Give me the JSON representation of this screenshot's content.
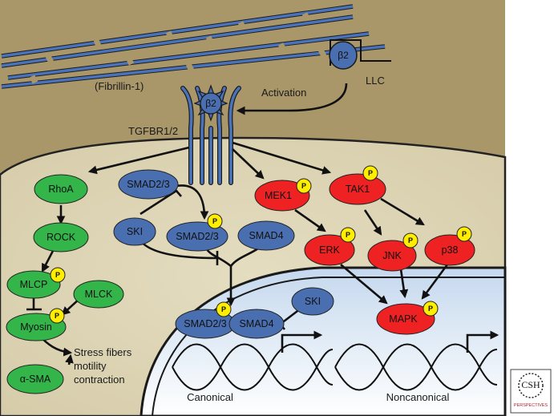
{
  "labels": {
    "fibrillin": "(Fibrillin-1)",
    "activation": "Activation",
    "llc": "LLC",
    "receptor": "TGFBR1/2",
    "beta2": "β2",
    "stress_fibers_line1": "Stress fibers",
    "stress_fibers_line2": "motility",
    "stress_fibers_line3": "contraction",
    "canonical": "Canonical",
    "noncanonical": "Noncanonical",
    "phospho": "P"
  },
  "nodes": {
    "rhoa": "RhoA",
    "rock": "ROCK",
    "mlcp": "MLCP",
    "mlck": "MLCK",
    "myosin": "Myosin",
    "asma": "α-SMA",
    "smad23_top": "SMAD2/3",
    "ski_left": "SKI",
    "smad23_p": "SMAD2/3",
    "smad4": "SMAD4",
    "smad23_nuc": "SMAD2/3",
    "smad4_nuc": "SMAD4",
    "ski_nuc": "SKI",
    "mek1": "MEK1",
    "tak1": "TAK1",
    "erk": "ERK",
    "jnk": "JNK",
    "p38": "p38",
    "mapk": "MAPK"
  },
  "logo": {
    "line1": "CSH",
    "line2": "PERSPECTIVES"
  },
  "colors": {
    "ecm": "#a9976a",
    "cytoplasm": "#ddd5b5",
    "membrane": "#2a2a2a",
    "nucleus": "#dbe8f5",
    "fibril": "#4a72b8",
    "green": "#33b54a",
    "blue": "#4a6fb0",
    "red": "#ee2222",
    "phospho": "#ffee00"
  }
}
